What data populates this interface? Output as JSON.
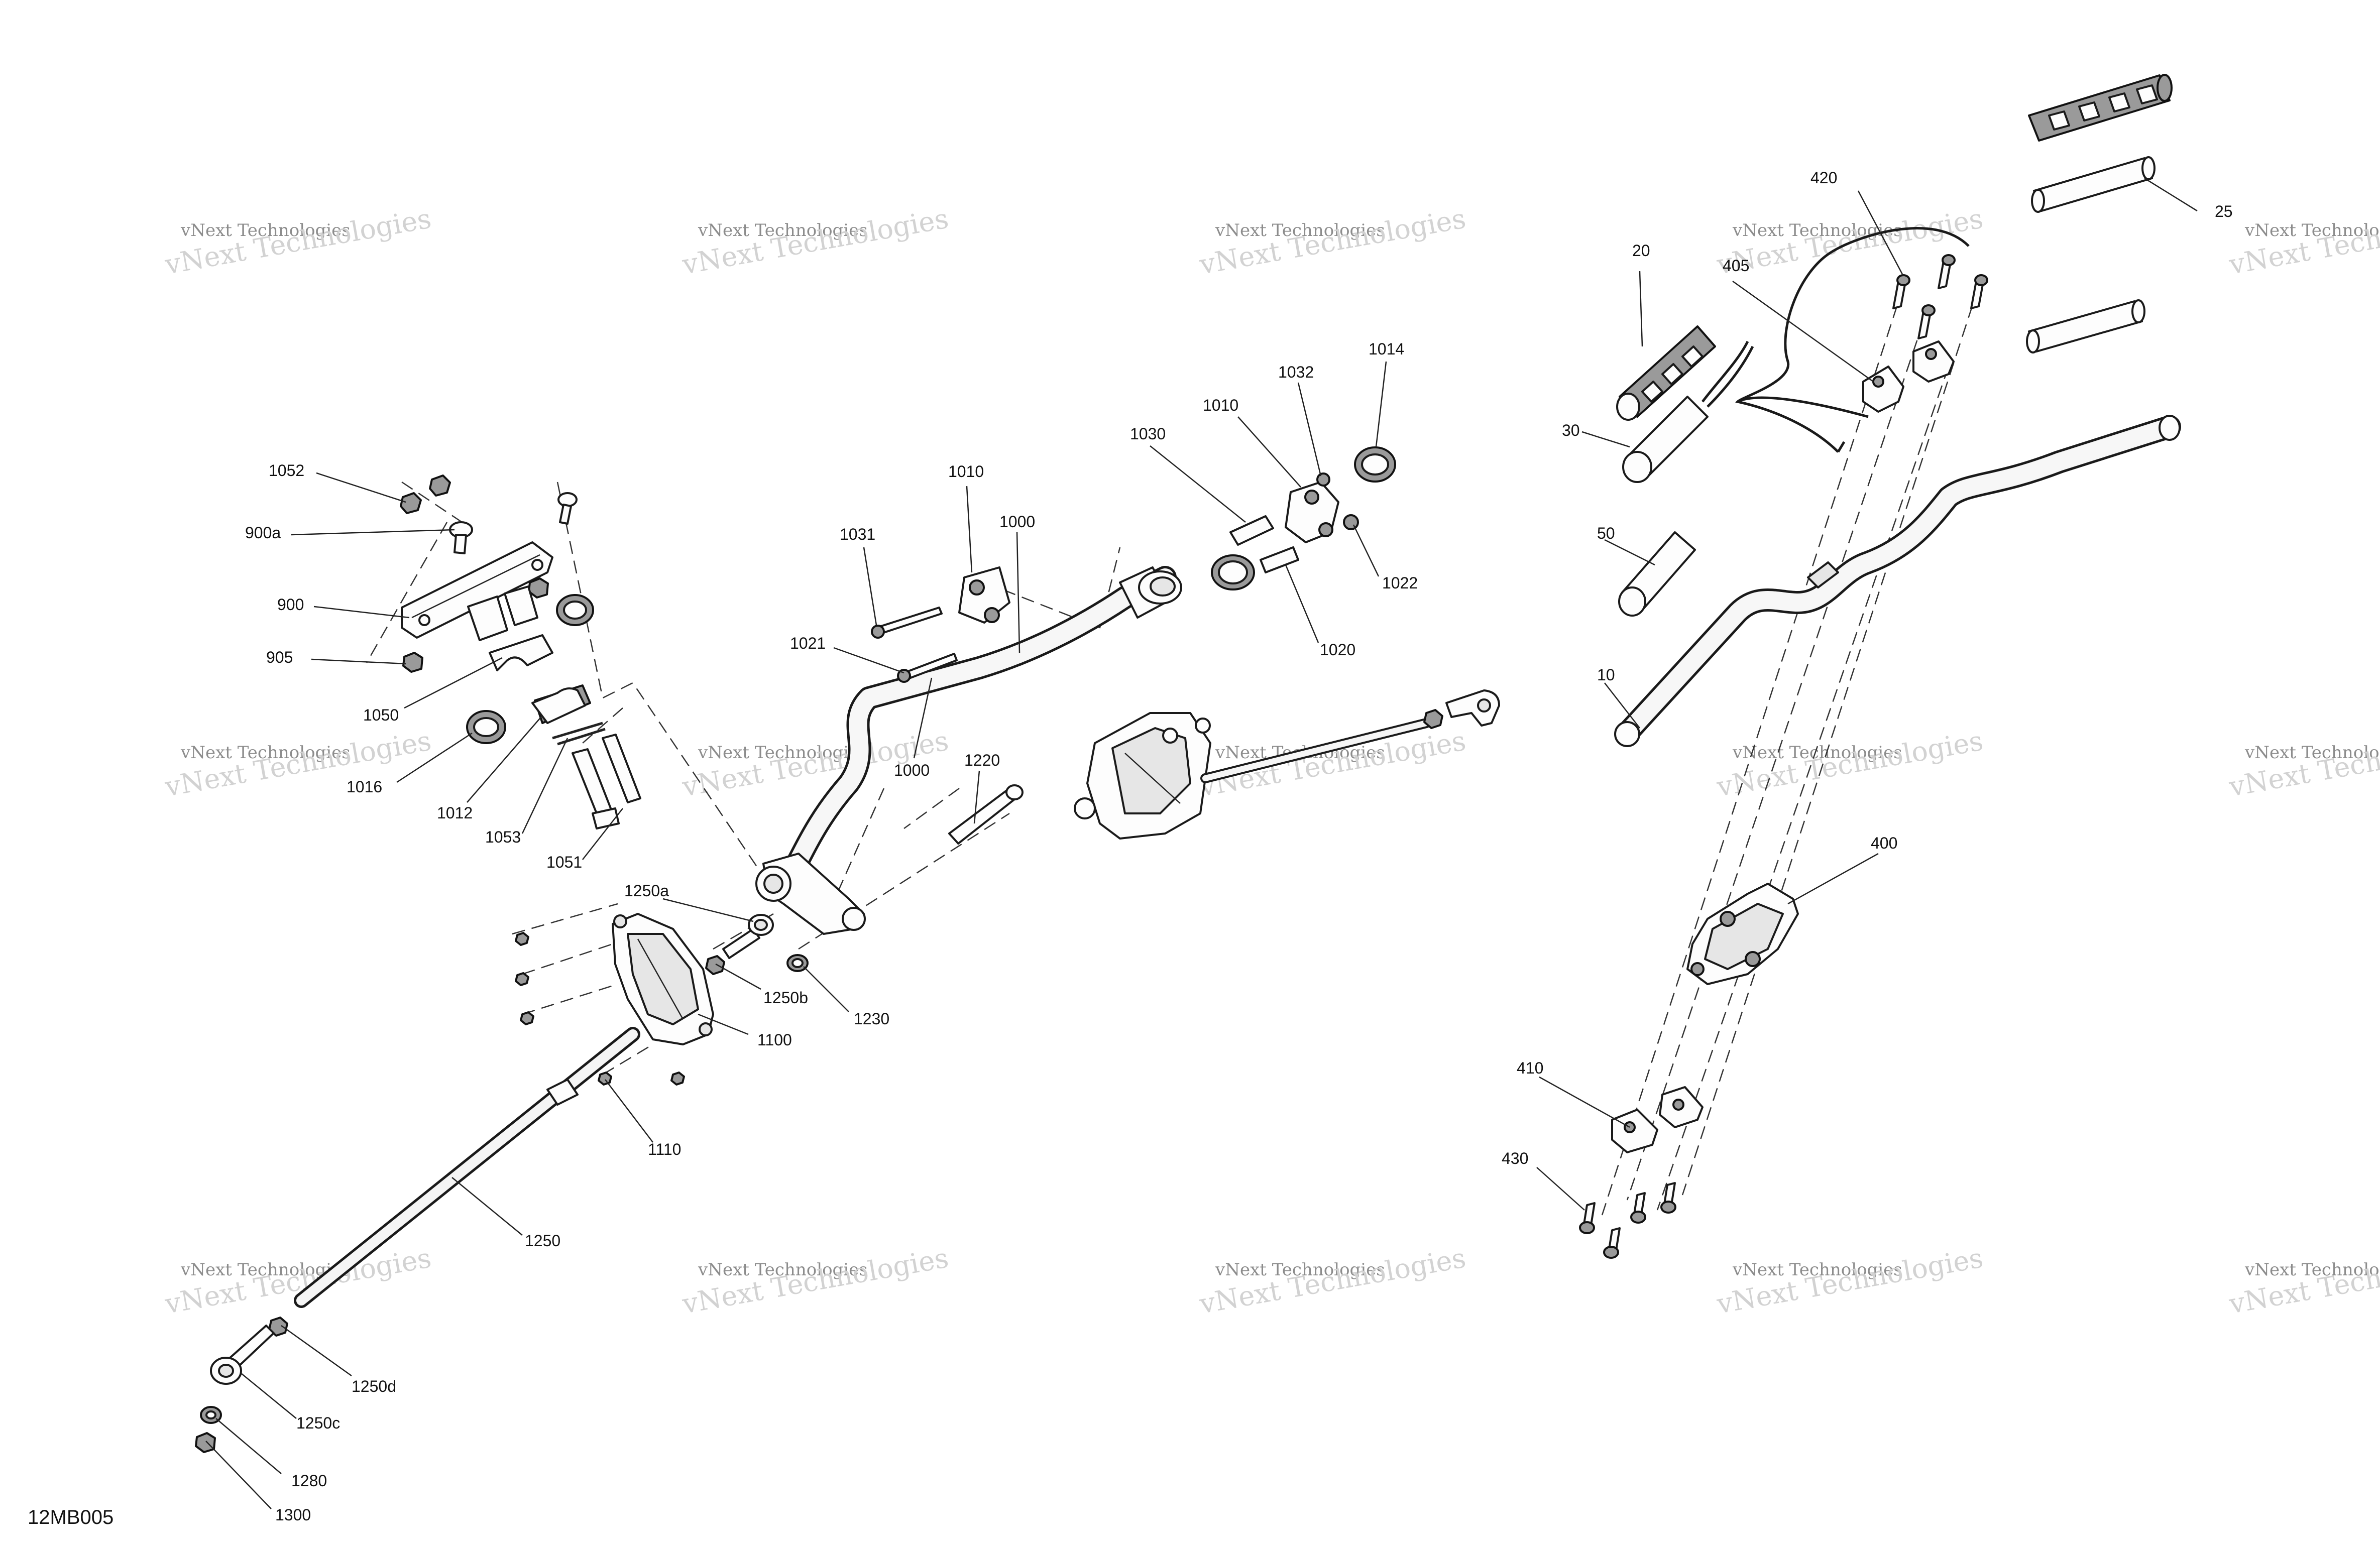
{
  "diagram": {
    "code": "12MB005",
    "watermark": {
      "line1": "vNext Technologies",
      "line2": "vNext Technologies"
    },
    "labels": {
      "l1052": "1052",
      "l900a": "900a",
      "l900": "900",
      "l905": "905",
      "l1050": "1050",
      "l1016": "1016",
      "l1012": "1012",
      "l1053": "1053",
      "l1051": "1051",
      "l1031": "1031",
      "l1021": "1021",
      "l1010a": "1010",
      "l1000a": "1000",
      "l1000b": "1000",
      "l1030": "1030",
      "l1010b": "1010",
      "l1032": "1032",
      "l1014": "1014",
      "l1022": "1022",
      "l1020": "1020",
      "l1220": "1220",
      "l1250a": "1250a",
      "l1250b": "1250b",
      "l1230": "1230",
      "l1100": "1100",
      "l1110": "1110",
      "l1250": "1250",
      "l1250d": "1250d",
      "l1250c": "1250c",
      "l1280": "1280",
      "l1300": "1300",
      "l420": "420",
      "l25": "25",
      "l20": "20",
      "l405": "405",
      "l30": "30",
      "l50": "50",
      "l10": "10",
      "l400": "400",
      "l410": "410",
      "l430": "430"
    }
  }
}
